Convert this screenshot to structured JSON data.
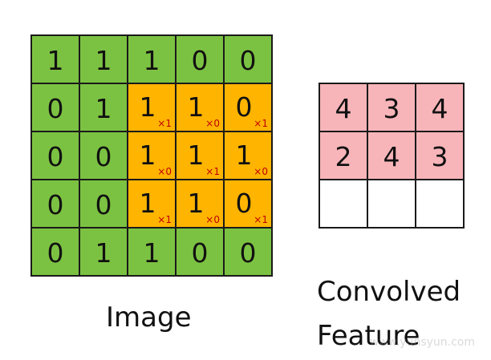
{
  "colors": {
    "image_cell": "#7cc242",
    "highlight_cell": "#ffb400",
    "feature_filled": "#f7b5b9",
    "feature_empty": "#ffffff",
    "multiplier": "#c00000"
  },
  "image": {
    "label": "Image",
    "rows": [
      [
        {
          "v": "1"
        },
        {
          "v": "1"
        },
        {
          "v": "1"
        },
        {
          "v": "0"
        },
        {
          "v": "0"
        }
      ],
      [
        {
          "v": "0"
        },
        {
          "v": "1"
        },
        {
          "v": "1",
          "m": "×1"
        },
        {
          "v": "1",
          "m": "×0"
        },
        {
          "v": "0",
          "m": "×1"
        }
      ],
      [
        {
          "v": "0"
        },
        {
          "v": "0"
        },
        {
          "v": "1",
          "m": "×0"
        },
        {
          "v": "1",
          "m": "×1"
        },
        {
          "v": "1",
          "m": "×0"
        }
      ],
      [
        {
          "v": "0"
        },
        {
          "v": "0"
        },
        {
          "v": "1",
          "m": "×1"
        },
        {
          "v": "1",
          "m": "×0"
        },
        {
          "v": "0",
          "m": "×1"
        }
      ],
      [
        {
          "v": "0"
        },
        {
          "v": "1"
        },
        {
          "v": "1"
        },
        {
          "v": "0"
        },
        {
          "v": "0"
        }
      ]
    ]
  },
  "feature": {
    "label_line1": "Convolved",
    "label_line2": "Feature",
    "rows": [
      [
        "4",
        "3",
        "4"
      ],
      [
        "2",
        "4",
        "3"
      ],
      [
        "",
        "",
        ""
      ]
    ]
  },
  "watermark": "www.yunsyun.com"
}
